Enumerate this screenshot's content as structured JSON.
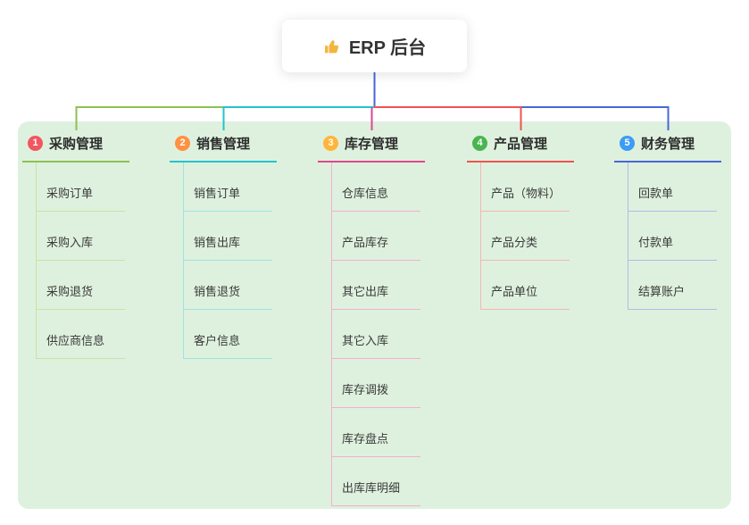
{
  "root": {
    "icon": "thumbs-up",
    "icon_color": "#f2b63c",
    "label": "ERP 后台",
    "connector_color": "#4a66d5"
  },
  "canvas": {
    "panel_background": "#def1de"
  },
  "branches": [
    {
      "badge": "1",
      "badge_color": "#f2565f",
      "label": "采购管理",
      "color": "#8cc152",
      "light_color": "#c8e3a3",
      "children": [
        "采购订单",
        "采购入库",
        "采购退货",
        "供应商信息"
      ]
    },
    {
      "badge": "2",
      "badge_color": "#ff9142",
      "label": "销售管理",
      "color": "#22c4cf",
      "light_color": "#9fe2e6",
      "children": [
        "销售订单",
        "销售出库",
        "销售退货",
        "客户信息"
      ]
    },
    {
      "badge": "3",
      "badge_color": "#ffb53a",
      "label": "库存管理",
      "color": "#dd4790",
      "light_color": "#f3aed0",
      "children": [
        "仓库信息",
        "产品库存",
        "其它出库",
        "其它入库",
        "库存调拨",
        "库存盘点",
        "出库库明细"
      ]
    },
    {
      "badge": "4",
      "badge_color": "#4ab550",
      "label": "产品管理",
      "color": "#f05352",
      "light_color": "#f6b6b4",
      "children": [
        "产品（物料）",
        "产品分类",
        "产品单位"
      ]
    },
    {
      "badge": "5",
      "badge_color": "#3b9cf5",
      "label": "财务管理",
      "color": "#4868d6",
      "light_color": "#aebce9",
      "children": [
        "回款单",
        "付款单",
        "结算账户"
      ]
    }
  ]
}
